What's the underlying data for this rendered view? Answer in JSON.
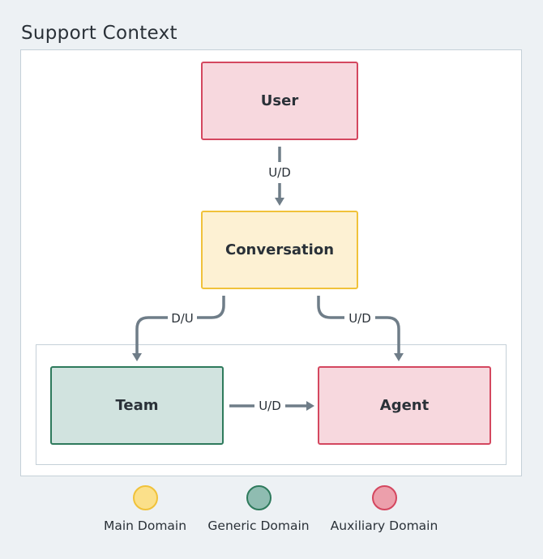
{
  "context": {
    "title": "Support Context"
  },
  "colors": {
    "main_fill": "#fdf1d3",
    "main_border": "#f0c23a",
    "generic_fill": "#d1e3df",
    "generic_border": "#2e7a5c",
    "aux_fill": "#f7d8de",
    "aux_border": "#d4475f",
    "connector": "#6f7d88"
  },
  "nodes": {
    "user": {
      "label": "User",
      "domain": "auxiliary"
    },
    "conversation": {
      "label": "Conversation",
      "domain": "main"
    },
    "team": {
      "label": "Team",
      "domain": "generic"
    },
    "agent": {
      "label": "Agent",
      "domain": "auxiliary"
    }
  },
  "connectors": {
    "user_conversation": "U/D",
    "conversation_team": "D/U",
    "conversation_agent": "U/D",
    "team_agent": "U/D"
  },
  "legend": {
    "main": "Main Domain",
    "generic": "Generic Domain",
    "auxiliary": "Auxiliary Domain"
  }
}
